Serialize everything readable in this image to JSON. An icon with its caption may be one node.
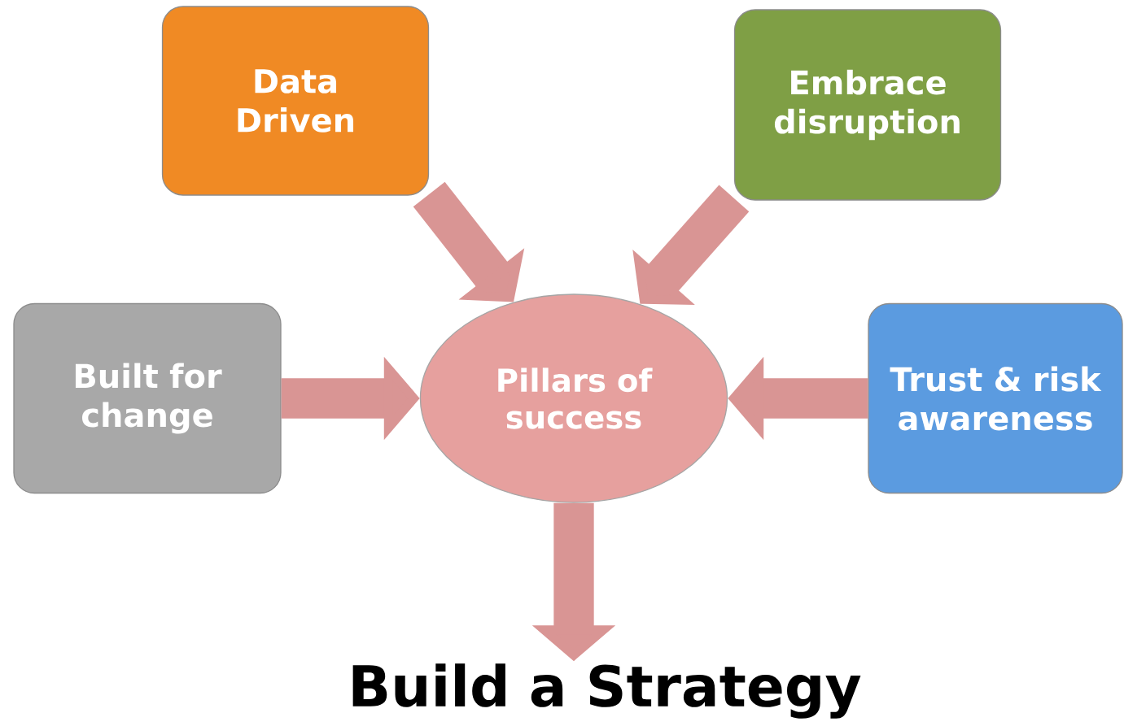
{
  "diagram": {
    "nodes": [
      {
        "text": [
          "Data Driven"
        ]
      },
      {
        "text": [
          "Embrace disruption"
        ]
      },
      {
        "text": [
          "Built for change"
        ]
      },
      {
        "text": [
          "Pillars of success"
        ]
      },
      {
        "text": [
          "Trust & risk awareness"
        ]
      },
      {
        "text": [
          "Build a Strategy"
        ]
      }
    ],
    "edges": [
      {
        "from": 0,
        "to": 3,
        "arrow": "to"
      },
      {
        "from": 1,
        "to": 3,
        "arrow": "to"
      },
      {
        "from": 2,
        "to": 3,
        "arrow": "to"
      },
      {
        "from": 4,
        "to": 3,
        "arrow": "to"
      },
      {
        "from": 3,
        "to": 5,
        "arrow": "to"
      }
    ]
  }
}
